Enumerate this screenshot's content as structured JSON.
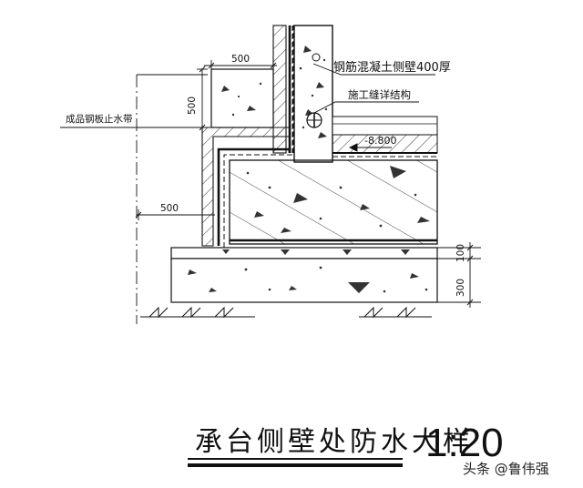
{
  "drawing": {
    "title": "承台侧壁处防水大样",
    "scale": "1:20",
    "labels": {
      "wall": "钢筋混凝土侧壁400厚",
      "joint": "施工缝详结构",
      "waterstop": "成品钢板止水带",
      "elevation": "-8.800"
    },
    "dimensions": {
      "top_width": "500",
      "top_height": "500",
      "side_width": "500",
      "layer_100": "100",
      "layer_300": "300"
    }
  },
  "watermark": "头条 @鲁伟强"
}
